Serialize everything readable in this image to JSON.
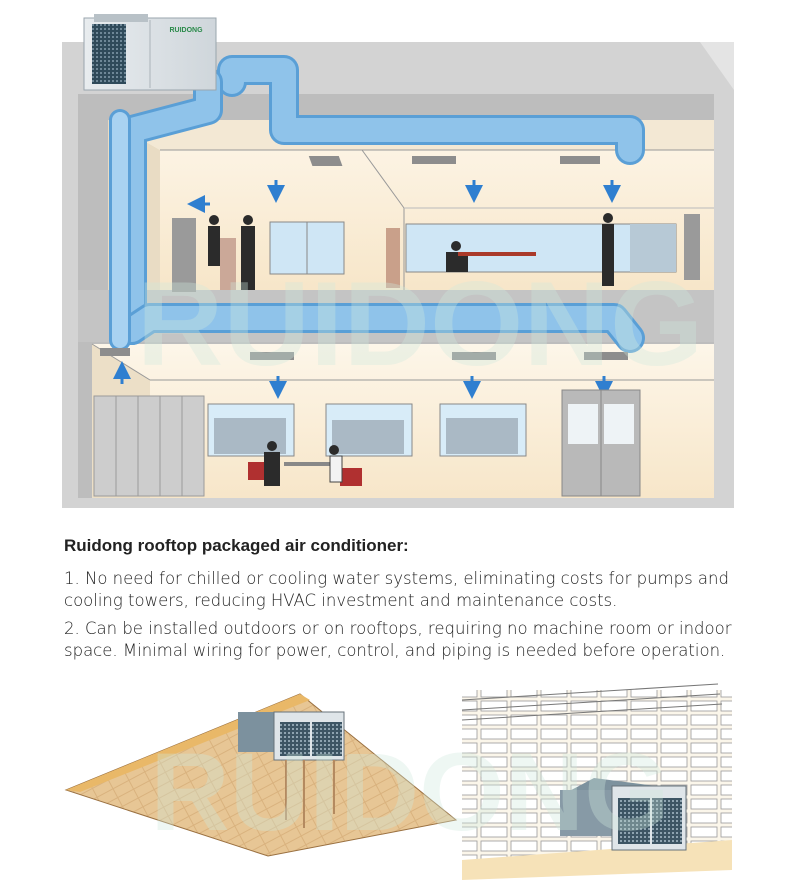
{
  "brand": {
    "unit_label": "RUIDONG",
    "watermark": "RUIDONG"
  },
  "text": {
    "heading": "Ruidong rooftop packaged air conditioner:",
    "point1": "1. No need for chilled or cooling water systems, eliminating costs for pumps and cooling towers, reducing HVAC investment and maintenance costs.",
    "point2": "2. Can be installed outdoors or on rooftops, requiring no machine room or indoor space. Minimal wiring for power, control, and piping is needed before operation."
  },
  "colors": {
    "duct": "#8fc3ea",
    "duct_edge": "#5a9fd6",
    "arrow": "#2f7fd0",
    "wall": "#c8c8c8",
    "room": "#fbf1de",
    "roof_tile": "#d9b27e"
  }
}
